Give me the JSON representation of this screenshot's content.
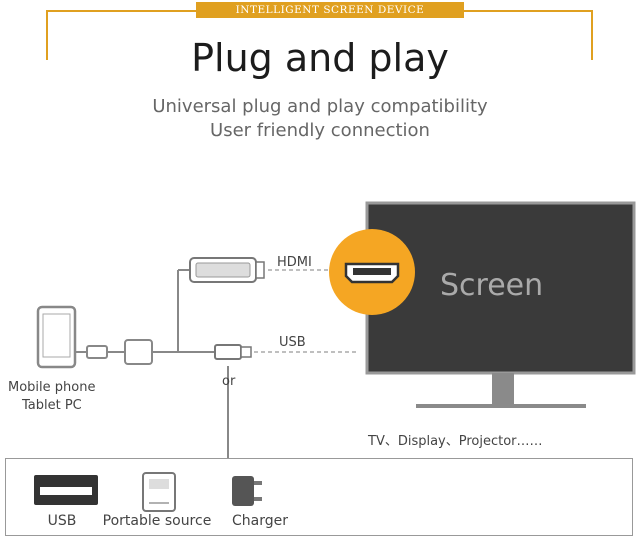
{
  "banner": {
    "text": "INTELLIGENT SCREEN DEVICE",
    "color": "#e0a020"
  },
  "title": "Plug and play",
  "subtitle": {
    "line1": "Universal plug and play compatibility",
    "line2": "User friendly connection"
  },
  "diagram": {
    "hdmi_label": "HDMI",
    "usb_label": "USB",
    "or_label": "or",
    "device_labels": {
      "line1": "Mobile phone",
      "line2": "Tablet PC"
    },
    "screen_text": "Screen",
    "screen_desc": "TV、Display、Projector……",
    "accent_color": "#f5a623"
  },
  "accessories": [
    {
      "label": "USB",
      "icon": "usb-port-icon"
    },
    {
      "label": "Portable source",
      "icon": "power-bank-icon"
    },
    {
      "label": "Charger",
      "icon": "charger-icon"
    }
  ]
}
